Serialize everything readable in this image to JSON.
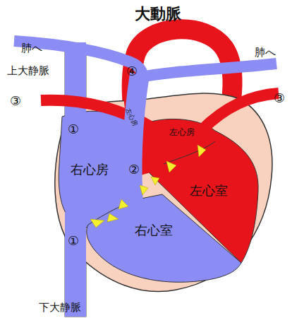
{
  "diagram": {
    "labels": [
      "大動脈",
      "肺へ",
      "肺へ",
      "上大静脈",
      "③",
      "③",
      "④",
      "①",
      "左心房",
      "左心房",
      "右心房",
      "②",
      "左心室",
      "右心室",
      "①",
      "下大静脈"
    ]
  }
}
